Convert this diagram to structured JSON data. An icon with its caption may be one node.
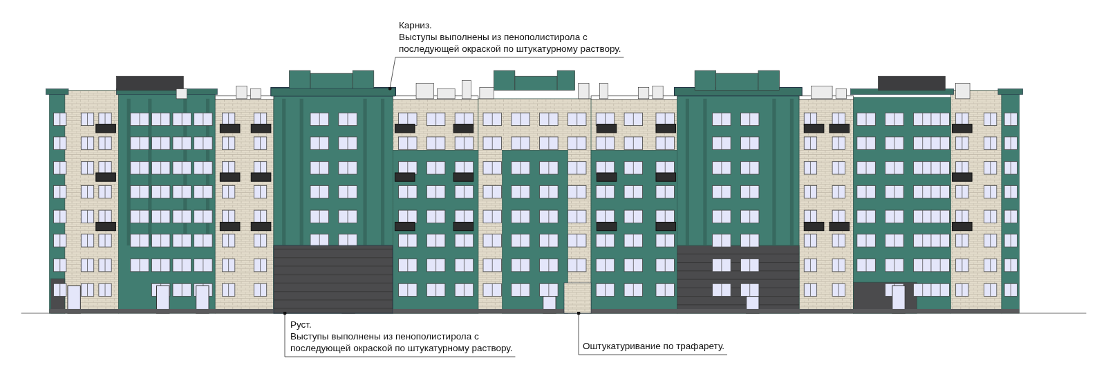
{
  "diagram": {
    "nodes": [
      {
        "text": [
          "Карниз.",
          "Выступы выполнены из пенополистирола с последующей окраской по штукатурному раствору."
        ]
      },
      {
        "text": [],
        "shape": "bar"
      },
      {
        "text": [
          "Руст.",
          "Выступы выполнены из пенополистирола с последующей окраской по штукатурному раствору."
        ]
      },
      {
        "text": [],
        "shape": "box"
      },
      {
        "text": [
          "Оштукатуривание по трафарету."
        ]
      },
      {
        "text": [],
        "shape": "box"
      }
    ],
    "edges": [
      {
        "from": 0,
        "to": 1,
        "arrow": "other"
      },
      {
        "from": 2,
        "to": 3,
        "arrow": "other"
      },
      {
        "from": 4,
        "to": 5,
        "arrow": "other"
      }
    ]
  }
}
